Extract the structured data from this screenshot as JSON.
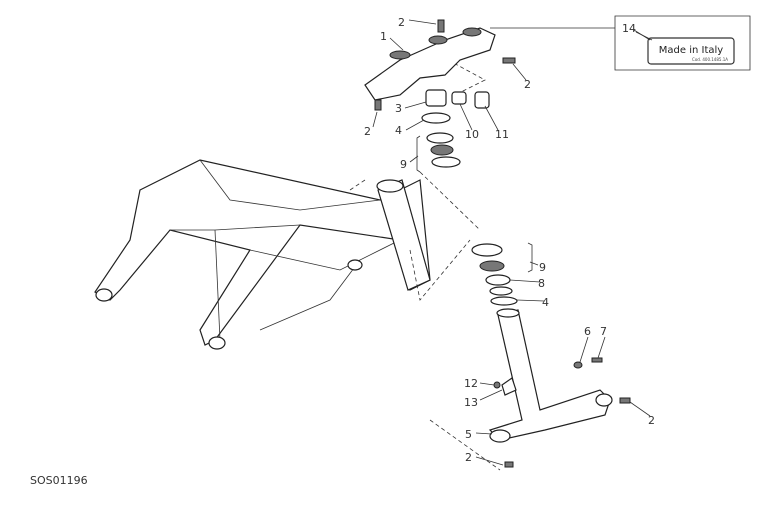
{
  "diagram_code": "SOS01196",
  "callouts": {
    "top_bolt_upper": "2",
    "upper_crown": "1",
    "top_bolt_right": "2",
    "nut": "3",
    "top_bolt_left": "2",
    "washer_upper": "4",
    "part_10": "10",
    "part_11": "11",
    "bearing_upper": "9",
    "label_14": "14",
    "bearing_lower": "9",
    "seal_8": "8",
    "washer_lower": "4",
    "part_6": "6",
    "part_7": "7",
    "part_12": "12",
    "part_13": "13",
    "lower_yoke": "5",
    "bolt_lower_right": "2",
    "bolt_lower_bottom": "2"
  },
  "sticker": {
    "text": "Made in Italy",
    "code": "Cod. 400.1485.1A"
  }
}
